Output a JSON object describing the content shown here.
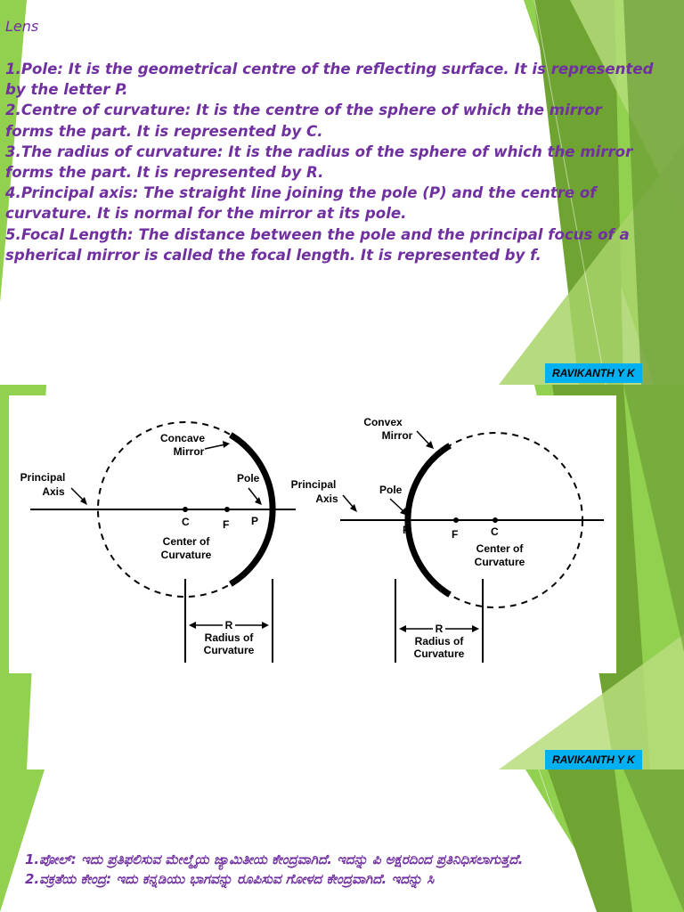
{
  "slide1": {
    "title": "Lens",
    "points": [
      "1.Pole: It is the geometrical centre of the reflecting surface. It is represented by the letter P.",
      "2.Centre of curvature: It is the centre of the sphere of which the mirror forms the part. It is represented by C.",
      "3.The radius of curvature: It is the radius of the sphere of which the mirror forms the part. It is represented by R.",
      "4.Principal axis: The straight line joining the pole (P) and the centre of curvature. It is normal for the mirror at its pole.",
      "5.Focal Length: The distance between the pole and the principal focus of a spherical mirror is called the focal length. It is represented by f."
    ],
    "author": "RAVIKANTH Y  K"
  },
  "slide2": {
    "concave": {
      "mirror_label": [
        "Concave",
        "Mirror"
      ],
      "axis_label": [
        "Principal",
        "Axis"
      ],
      "pole_label": "Pole",
      "c": "C",
      "f": "F",
      "p": "P",
      "center_label": [
        "Center of",
        "Curvature"
      ],
      "r": "R",
      "radius_label": [
        "Radius of",
        "Curvature"
      ]
    },
    "convex": {
      "mirror_label": [
        "Convex",
        "Mirror"
      ],
      "axis_label": [
        "Principal",
        "Axis"
      ],
      "pole_label": "Pole",
      "p": "P",
      "f": "F",
      "c": "C",
      "center_label": [
        "Center of",
        "Curvature"
      ],
      "r": "R",
      "radius_label": [
        "Radius of",
        "Curvature"
      ]
    },
    "author": "RAVIKANTH Y  K"
  },
  "slide3": {
    "points": [
      "1.ಪೋಲ್: ಇದು ಪ್ರತಿಫಲಿಸುವ ಮೇಲ್ಮೈಯ ಜ್ಯಾಮಿತೀಯ ಕೇಂದ್ರವಾಗಿದೆ. ಇದನ್ನು ಪಿ ಅಕ್ಷರದಿಂದ ಪ್ರತಿನಿಧಿಸಲಾಗುತ್ತದೆ.",
      "2.ವಕ್ರತೆಯ ಕೇಂದ್ರ: ಇದು ಕನ್ನಡಿಯು ಭಾಗವನ್ನು ರೂಪಿಸುವ ಗೋಳದ ಕೇಂದ್ರವಾಗಿದೆ. ಇದನ್ನು ಸಿ"
    ]
  },
  "colors": {
    "text": "#7030a0",
    "badge": "#00b0f0",
    "green_light": "#92d050",
    "green_dark": "#5a8a28"
  }
}
